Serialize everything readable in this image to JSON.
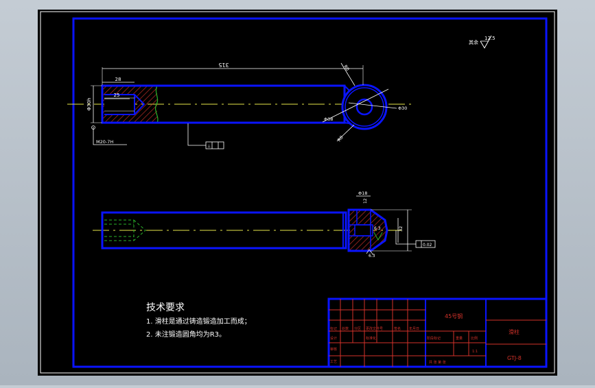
{
  "drawing": {
    "roughness_note": "其余",
    "roughness_value": "12.5",
    "dims": {
      "overall_length": "315",
      "bore_depth": "28",
      "thread_depth": "25",
      "shaft_dia": "Φ30",
      "left_dia": "Φ30h",
      "radius_top": "R0",
      "radius_bottom": "R0",
      "eye_dia": "Φ30",
      "pin_dia": "Φ38",
      "thread_callout": "M20-7H",
      "side_w": "Φ18",
      "side_a": "12",
      "side_b": "32",
      "side_rough1": "6.3",
      "side_rough2": "6.3"
    },
    "gdt_top": "⊥",
    "gdt_side": "0.02"
  },
  "notes": {
    "title": "技术要求",
    "line1": "1. 滑柱是通过铸造锻造加工而成；",
    "line2": "2. 未注锻造圆角均为R3。"
  },
  "title_block": {
    "material": "45号钢",
    "part_name": "滑柱",
    "drawing_no": "GTJ-8",
    "row_labels": [
      "标记",
      "处数",
      "分区",
      "更改文件号",
      "签名",
      "年月日"
    ],
    "left_labels": [
      "设计",
      "审核",
      "工艺"
    ],
    "std_label": "标准化",
    "stage_labels": [
      "阶段标记",
      "重量",
      "比例"
    ],
    "sheet_label": "共 张 第 张",
    "ratio": "1:1"
  }
}
